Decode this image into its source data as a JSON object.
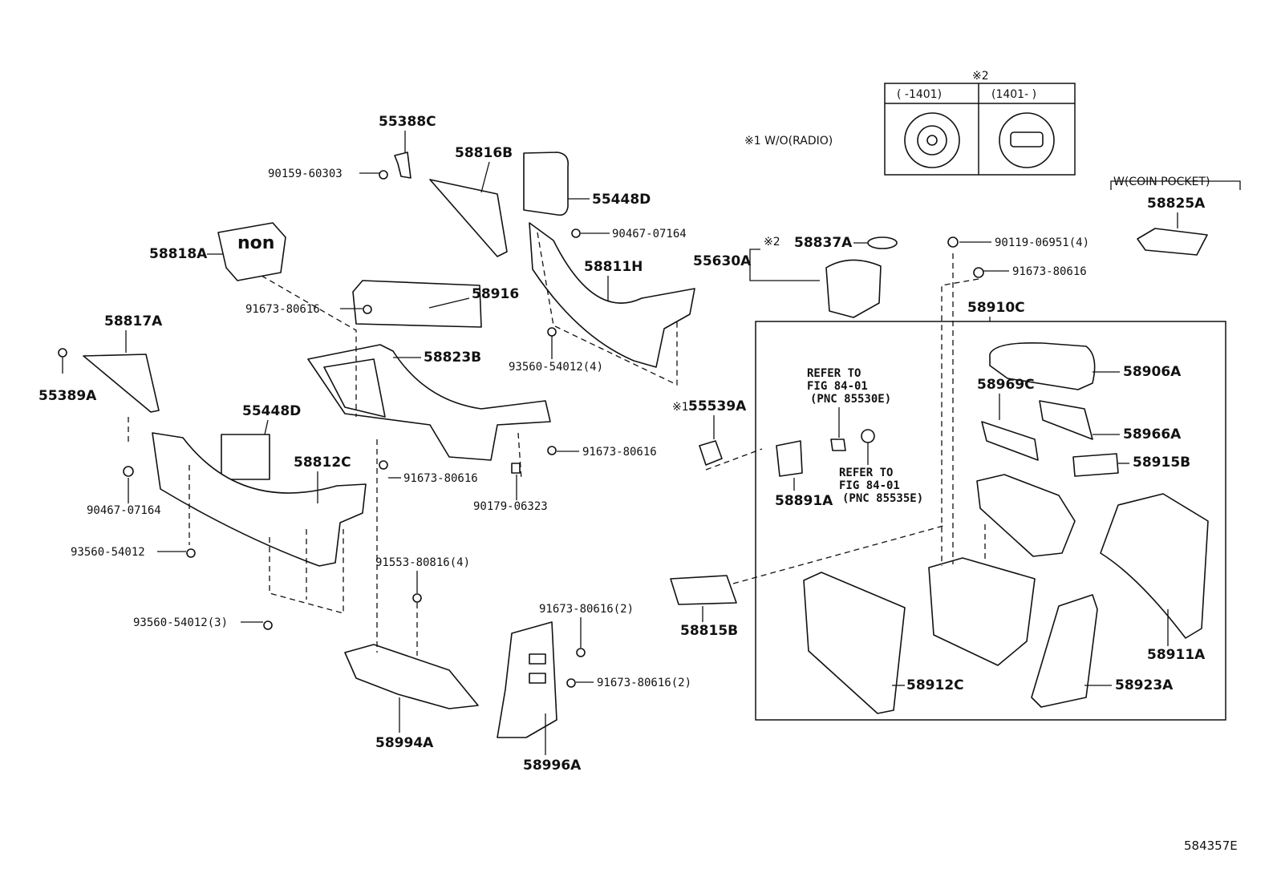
{
  "diagram_id": "584357E",
  "notes": {
    "n1": "※1 W/O(RADIO)",
    "n2_mark": "※2",
    "n2_col1": "(    -1401)",
    "n2_col2": "(1401-    )",
    "coin_pocket": "W(COIN POCKET)",
    "ref1_l1": "REFER TO",
    "ref1_l2": "FIG 84-01",
    "ref1_l3": "(PNC 85530E)",
    "ref2_l1": "REFER TO",
    "ref2_l2": "FIG 84-01",
    "ref2_l3": "(PNC 85535E)",
    "mark1": "※1",
    "mark2": "※2"
  },
  "parts": {
    "p55388C": "55388C",
    "p90159": "90159-60303",
    "p58816B": "58816B",
    "p55448D_top": "55448D",
    "p90467_top": "90467-07164",
    "p58818A": "58818A",
    "p58811H": "58811H",
    "p58916": "58916",
    "p91673_a": "91673-80616",
    "p58817A": "58817A",
    "p58823B": "58823B",
    "p93560_4": "93560-54012(4)",
    "p55389A": "55389A",
    "p55448D": "55448D",
    "p58812C": "58812C",
    "p91673_b": "91673-80616",
    "p91673_c": "91673-80616",
    "p90467_bot": "90467-07164",
    "p90179": "90179-06323",
    "p93560_a": "93560-54012",
    "p91553": "91553-80816(4)",
    "p93560_3": "93560-54012(3)",
    "p91673_2a": "91673-80616(2)",
    "p91673_2b": "91673-80616(2)",
    "p58994A": "58994A",
    "p58996A": "58996A",
    "p55630A": "55630A",
    "p58837A": "58837A",
    "p55539A": "55539A",
    "p58891A": "58891A",
    "p58815B": "58815B",
    "p90119": "90119-06951(4)",
    "p91673_d": "91673-80616",
    "p58910C": "58910C",
    "p58906A": "58906A",
    "p58969C": "58969C",
    "p58966A": "58966A",
    "p58915B": "58915B",
    "p58911A": "58911A",
    "p58912C": "58912C",
    "p58923A": "58923A",
    "p58825A": "58825A"
  }
}
